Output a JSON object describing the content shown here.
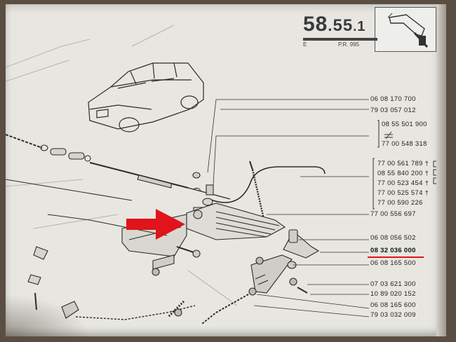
{
  "header": {
    "page_number": "58",
    "section": "55",
    "sub": "1",
    "edition": "E",
    "pr": "P.R. 995"
  },
  "parts": [
    {
      "ref": "06 08 170 700"
    },
    {
      "ref": "79 03 057 012"
    },
    {
      "ref": "08 55 501 900"
    },
    {
      "ref": "77 00 548 318"
    },
    {
      "ref": "77 00 561 789 †"
    },
    {
      "ref": "08 55 840 200 †"
    },
    {
      "ref": "77 00 523 454 †"
    },
    {
      "ref": "77 00 525 574 †"
    },
    {
      "ref": "77 00 590 226"
    },
    {
      "ref": "77 00 556 697"
    },
    {
      "ref": "06 08 056 502"
    },
    {
      "ref": "08 32 036 000"
    },
    {
      "ref": "06 08 165 500"
    },
    {
      "ref": "07 03 621 300"
    },
    {
      "ref": "10 89 020 152"
    },
    {
      "ref": "06 08 165 600"
    },
    {
      "ref": "79 03 032 009"
    }
  ],
  "highlight": {
    "color": "#e0141a",
    "ref_index": 11
  },
  "icons": [
    "car-illustration",
    "handbrake-thumbnail",
    "red-pointer-arrow"
  ]
}
